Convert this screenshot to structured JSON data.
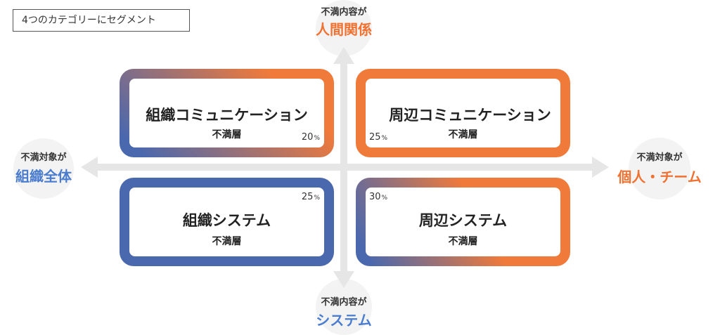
{
  "label_box": {
    "text": "4つのカテゴリーにセグメント"
  },
  "axes": {
    "top": {
      "caption": "不満内容が",
      "value": "人間関係"
    },
    "bottom": {
      "caption": "不満内容が",
      "value": "システム"
    },
    "left": {
      "caption": "不満対象が",
      "value": "組織全体"
    },
    "right": {
      "caption": "不満対象が",
      "value": "個人・チーム"
    }
  },
  "quadrants": {
    "top_left": {
      "title": "組織コミュニケーション",
      "subtitle": "不満層",
      "percent": "20",
      "unit": "%"
    },
    "top_right": {
      "title": "周辺コミュニケーション",
      "subtitle": "不満層",
      "percent": "25",
      "unit": "%"
    },
    "bottom_left": {
      "title": "組織システム",
      "subtitle": "不満層",
      "percent": "25",
      "unit": "%"
    },
    "bottom_right": {
      "title": "周辺システム",
      "subtitle": "不満層",
      "percent": "30",
      "unit": "%"
    }
  },
  "colors": {
    "orange": "#F07A3A",
    "blue": "#4A68AE",
    "text_blue": "#4A7CCF",
    "text_orange": "#F07232",
    "axis": "#E6E6E6",
    "circle": "#F3F3F3"
  }
}
